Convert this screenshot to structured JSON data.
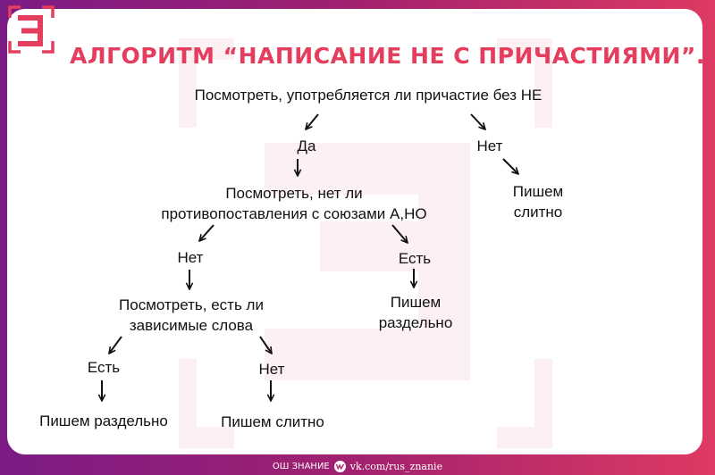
{
  "title": "АЛГОРИТМ “НАПИСАНИЕ НЕ С ПРИЧАСТИЯМИ”.",
  "logo": {
    "icon": "letter-z-bracket-logo",
    "color": "#e53d5e"
  },
  "flowchart": {
    "root": "Посмотреть, употребляется ли причастие без НЕ",
    "yes1": "Да",
    "no1": "Нет",
    "no1_result_line1": "Пишем",
    "no1_result_line2": "слитно",
    "check2_line1": "Посмотреть, нет ли",
    "check2_line2": "противопоставления с союзами А,НО",
    "no2": "Нет",
    "yes2": "Есть",
    "yes2_result_line1": "Пишем",
    "yes2_result_line2": "раздельно",
    "check3_line1": "Посмотреть, есть ли",
    "check3_line2": "зависимые слова",
    "yes3": "Есть",
    "no3": "Нет",
    "yes3_result": "Пишем раздельно",
    "no3_result": "Пишем слитно"
  },
  "footer": {
    "brand": "ОШ ЗНАНИЕ",
    "vk_icon": "vk-logo-icon",
    "url": "vk.com/rus_znanie"
  },
  "colors": {
    "accent": "#e53d5e",
    "background_left": "#7b1b86",
    "background_right": "#de3a63",
    "watermark": "#fdf0f2"
  }
}
